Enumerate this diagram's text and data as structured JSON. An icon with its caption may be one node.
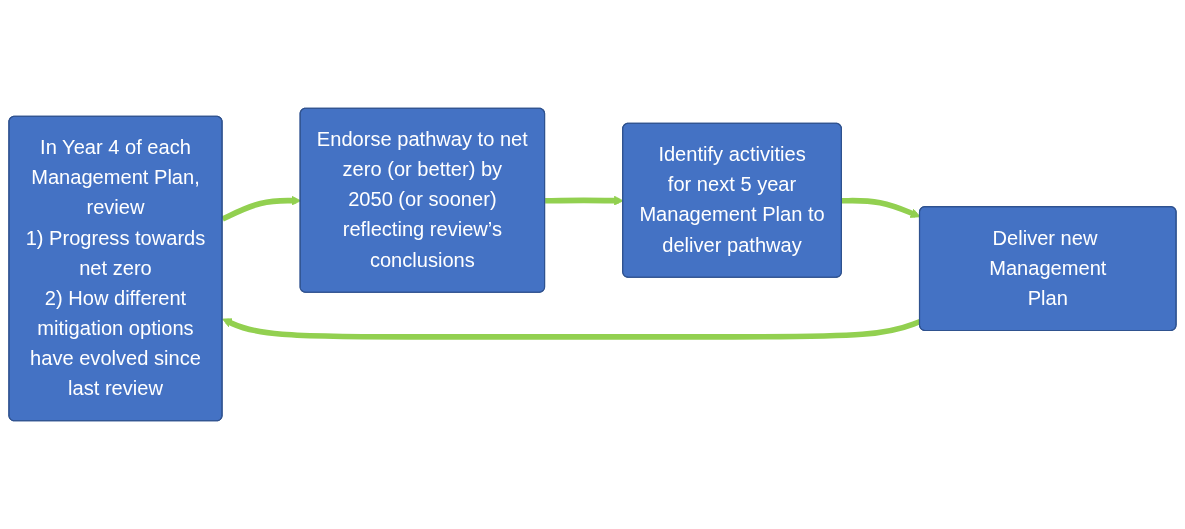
{
  "diagram": {
    "nodes": [
      {
        "text": [
          "In Year 4 of each Management Plan, review",
          "1) Progress towards net zero",
          "2) How different mitigation options have evolved since last review"
        ]
      },
      {
        "text": [
          "Endorse pathway to net zero (or better) by 2050 (or sooner) reflecting review’s conclusions"
        ]
      },
      {
        "text": [
          "Identify activities for next 5 year Management Plan to deliver pathway"
        ]
      },
      {
        "text": [
          "Deliver new Management Plan"
        ]
      }
    ],
    "edges": [
      {
        "from": 0,
        "to": 1,
        "arrow": "to"
      },
      {
        "from": 1,
        "to": 2,
        "arrow": "to"
      },
      {
        "from": 2,
        "to": 3,
        "arrow": "to"
      },
      {
        "from": 3,
        "to": 0,
        "arrow": "to"
      }
    ]
  }
}
